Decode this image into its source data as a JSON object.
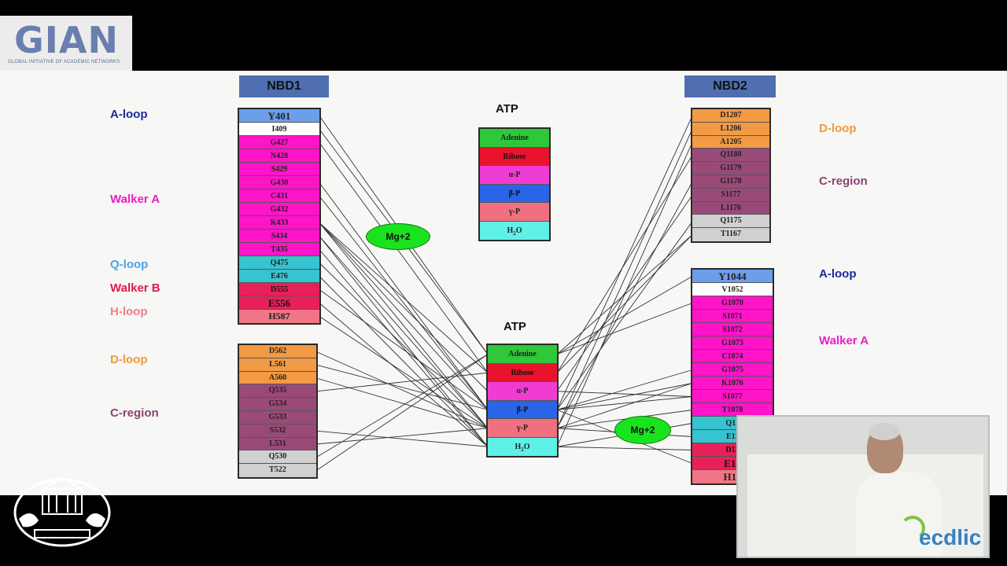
{
  "logo": {
    "word": "GIAN",
    "tagline": "GLOBAL INITIATIVE OF ACADEMIC NETWORKS"
  },
  "colors": {
    "nbd_header": "#4f6fb0",
    "a_loop_tyr": "#6d9eea",
    "white": "#ffffff",
    "walker_a": "#ff14c8",
    "q_loop": "#37c3cf",
    "walker_b": "#e8205a",
    "h_loop": "#f07585",
    "d_loop": "#f29a44",
    "c_region": "#9a4a78",
    "grey": "#d0d0d0",
    "adenine": "#2ec83a",
    "ribose": "#e8132c",
    "alpha_p": "#f03cd2",
    "beta_p": "#2a64e8",
    "gamma_p": "#f07080",
    "h2o": "#5ff0e8",
    "mg": "#19e31e"
  },
  "headers": {
    "nbd1": "NBD1",
    "nbd2": "NBD2"
  },
  "atp_title": "ATP",
  "mg_label": "Mg+2",
  "left_labels": {
    "a_loop": "A-loop",
    "walker_a": "Walker A",
    "q_loop": "Q-loop",
    "walker_b": "Walker B",
    "h_loop": "H-loop",
    "d_loop": "D-loop",
    "c_region": "C-region"
  },
  "right_labels": {
    "d_loop": "D-loop",
    "c_region": "C-region",
    "a_loop": "A-loop",
    "walker_a": "Walker A"
  },
  "nbd1_residues": [
    {
      "t": "Y401",
      "c": "a_loop_tyr"
    },
    {
      "t": "I409",
      "c": "white"
    },
    {
      "t": "G427",
      "c": "walker_a"
    },
    {
      "t": "N428",
      "c": "walker_a"
    },
    {
      "t": "S429",
      "c": "walker_a"
    },
    {
      "t": "G430",
      "c": "walker_a"
    },
    {
      "t": "C431",
      "c": "walker_a"
    },
    {
      "t": "G432",
      "c": "walker_a"
    },
    {
      "t": "K433",
      "c": "walker_a"
    },
    {
      "t": "S434",
      "c": "walker_a"
    },
    {
      "t": "T435",
      "c": "walker_a"
    },
    {
      "t": "Q475",
      "c": "q_loop"
    },
    {
      "t": "E476",
      "c": "q_loop"
    },
    {
      "t": "D555",
      "c": "walker_b"
    },
    {
      "t": "E556",
      "c": "walker_b"
    },
    {
      "t": "H587",
      "c": "h_loop"
    }
  ],
  "nbd1_lower": [
    {
      "t": "D562",
      "c": "d_loop"
    },
    {
      "t": "L561",
      "c": "d_loop"
    },
    {
      "t": "A560",
      "c": "d_loop"
    },
    {
      "t": "Q535",
      "c": "c_region"
    },
    {
      "t": "G534",
      "c": "c_region"
    },
    {
      "t": "G533",
      "c": "c_region"
    },
    {
      "t": "S532",
      "c": "c_region"
    },
    {
      "t": "L531",
      "c": "c_region"
    },
    {
      "t": "Q530",
      "c": "grey"
    },
    {
      "t": "T522",
      "c": "grey"
    }
  ],
  "nbd2_upper": [
    {
      "t": "D1207",
      "c": "d_loop"
    },
    {
      "t": "L1206",
      "c": "d_loop"
    },
    {
      "t": "A1205",
      "c": "d_loop"
    },
    {
      "t": "Q1180",
      "c": "c_region"
    },
    {
      "t": "G1179",
      "c": "c_region"
    },
    {
      "t": "G1178",
      "c": "c_region"
    },
    {
      "t": "S1177",
      "c": "c_region"
    },
    {
      "t": "L1176",
      "c": "c_region"
    },
    {
      "t": "Q1175",
      "c": "grey"
    },
    {
      "t": "T1167",
      "c": "grey"
    }
  ],
  "nbd2_lower": [
    {
      "t": "Y1044",
      "c": "a_loop_tyr"
    },
    {
      "t": "V1052",
      "c": "white"
    },
    {
      "t": "G1070",
      "c": "walker_a"
    },
    {
      "t": "S1071",
      "c": "walker_a"
    },
    {
      "t": "S1072",
      "c": "walker_a"
    },
    {
      "t": "G1073",
      "c": "walker_a"
    },
    {
      "t": "C1074",
      "c": "walker_a"
    },
    {
      "t": "G1075",
      "c": "walker_a"
    },
    {
      "t": "K1076",
      "c": "walker_a"
    },
    {
      "t": "S1077",
      "c": "walker_a"
    },
    {
      "t": "T1078",
      "c": "walker_a"
    },
    {
      "t": "Q11",
      "c": "q_loop"
    },
    {
      "t": "E11",
      "c": "q_loop"
    },
    {
      "t": "D12",
      "c": "walker_b"
    },
    {
      "t": "E12",
      "c": "walker_b"
    },
    {
      "t": "H12",
      "c": "h_loop"
    }
  ],
  "atp_parts": [
    {
      "t": "Adenine",
      "c": "adenine"
    },
    {
      "t": "Ribose",
      "c": "ribose"
    },
    {
      "t": "α-P",
      "c": "alpha_p"
    },
    {
      "t": "β-P",
      "c": "beta_p"
    },
    {
      "t": "γ-P",
      "c": "gamma_p"
    },
    {
      "t": "H2O",
      "c": "h2o"
    }
  ],
  "webcam": {
    "brand": "ecdlic"
  }
}
